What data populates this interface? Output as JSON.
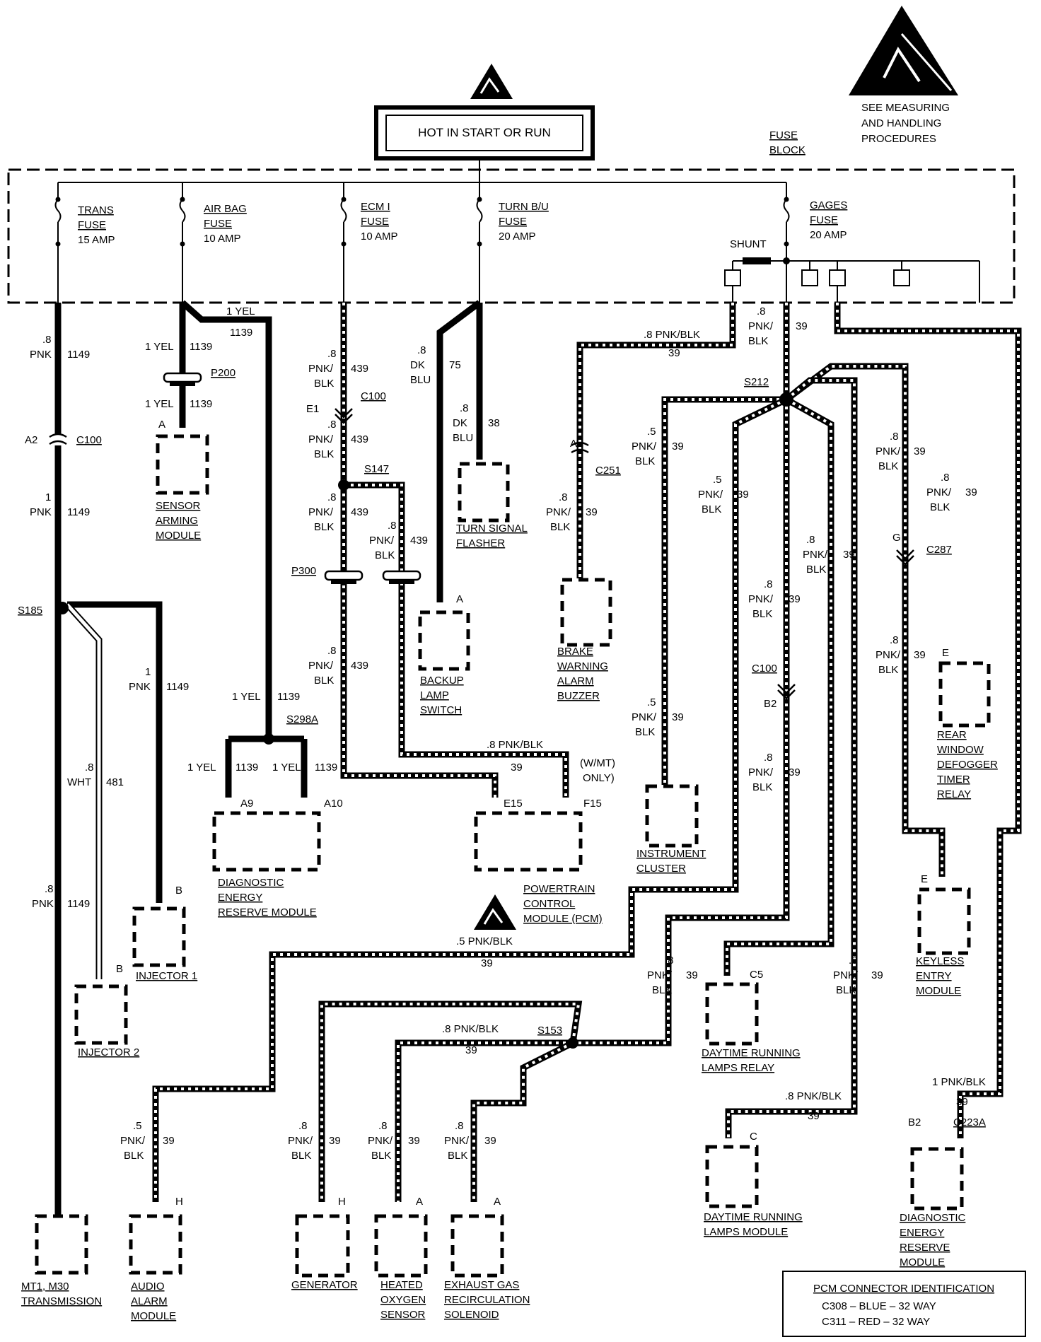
{
  "header": {
    "hot_label": "HOT IN START OR RUN",
    "fuse_block_line1": "FUSE",
    "fuse_block_line2": "BLOCK",
    "esd_line1": "SEE MEASURING",
    "esd_line2": "AND HANDLING",
    "esd_line3": "PROCEDURES",
    "shunt": "SHUNT"
  },
  "fuses": [
    {
      "name": "TRANS",
      "type": "FUSE",
      "rating": "15 AMP"
    },
    {
      "name": "AIR BAG",
      "type": "FUSE",
      "rating": "10 AMP"
    },
    {
      "name": "ECM I",
      "type": "FUSE",
      "rating": "10 AMP"
    },
    {
      "name": "TURN B/U",
      "type": "FUSE",
      "rating": "20 AMP"
    },
    {
      "name": "GAGES",
      "type": "FUSE",
      "rating": "20 AMP"
    }
  ],
  "components": {
    "sensor_arming": [
      "SENSOR",
      "ARMING",
      "MODULE"
    ],
    "turn_flasher": [
      "TURN SIGNAL",
      "FLASHER"
    ],
    "backup_lamp": [
      "BACKUP",
      "LAMP",
      "SWITCH"
    ],
    "brake_warning": [
      "BRAKE",
      "WARNING",
      "ALARM",
      "BUZZER"
    ],
    "instrument_cluster": [
      "INSTRUMENT",
      "CLUSTER"
    ],
    "rear_defogger": [
      "REAR",
      "WINDOW",
      "DEFOGGER",
      "TIMER",
      "RELAY"
    ],
    "keyless": [
      "KEYLESS",
      "ENTRY",
      "MODULE"
    ],
    "derm_top": [
      "DIAGNOSTIC",
      "ENERGY",
      "RESERVE MODULE"
    ],
    "pcm": [
      "POWERTRAIN",
      "CONTROL",
      "MODULE (PCM)"
    ],
    "injector1": [
      "INJECTOR 1"
    ],
    "injector2": [
      "INJECTOR 2"
    ],
    "transmission": [
      "MT1, M30",
      "TRANSMISSION"
    ],
    "audio_alarm": [
      "AUDIO",
      "ALARM",
      "MODULE"
    ],
    "generator": [
      "GENERATOR"
    ],
    "oxygen": [
      "HEATED",
      "OXYGEN",
      "SENSOR"
    ],
    "egr": [
      "EXHAUST GAS",
      "RECIRCULATION",
      "SOLENOID"
    ],
    "drl_relay": [
      "DAYTIME RUNNING",
      "LAMPS RELAY"
    ],
    "drl_module": [
      "DAYTIME RUNNING",
      "LAMPS MODULE"
    ],
    "derm_bottom": [
      "DIAGNOSTIC",
      "ENERGY",
      "RESERVE",
      "MODULE"
    ]
  },
  "pcm_id": {
    "title": "PCM CONNECTOR IDENTIFICATION",
    "row1": "C308 – BLUE  – 32 WAY",
    "row2": "C311 – RED   – 32 WAY"
  },
  "wire_labels": {
    "w_8": ".8",
    "w_5": ".5",
    "w_1": "1",
    "w_1yel": "1 YEL",
    "pnk": "PNK",
    "pnk_slash": "PNK/",
    "blk": "BLK",
    "dk": "DK",
    "blu": "BLU",
    "wht": "WHT",
    "pnk_blk_8": ".8 PNK/BLK",
    "pnk_blk_5": ".5 PNK/BLK",
    "pnk_blk_1": "1 PNK/BLK",
    "c1149": "1149",
    "c1139": "1139",
    "c439": "439",
    "c75": "75",
    "c38": "38",
    "c39": "39",
    "c481": "481",
    "wmt_1": "(W/MT)",
    "wmt_2": "ONLY)"
  },
  "connectors": {
    "c100": "C100",
    "c251": "C251",
    "c287": "C287",
    "c223a": "C223A",
    "p200": "P200",
    "p300": "P300",
    "s147": "S147",
    "s185": "S185",
    "s298a": "S298A",
    "s212": "S212",
    "s153": "S153",
    "a": "A",
    "a2": "A2",
    "a9": "A9",
    "a10": "A10",
    "b": "B",
    "b2": "B2",
    "c": "C",
    "c5": "C5",
    "e": "E",
    "e1": "E1",
    "e15": "E15",
    "f15": "F15",
    "g": "G",
    "h": "H"
  }
}
